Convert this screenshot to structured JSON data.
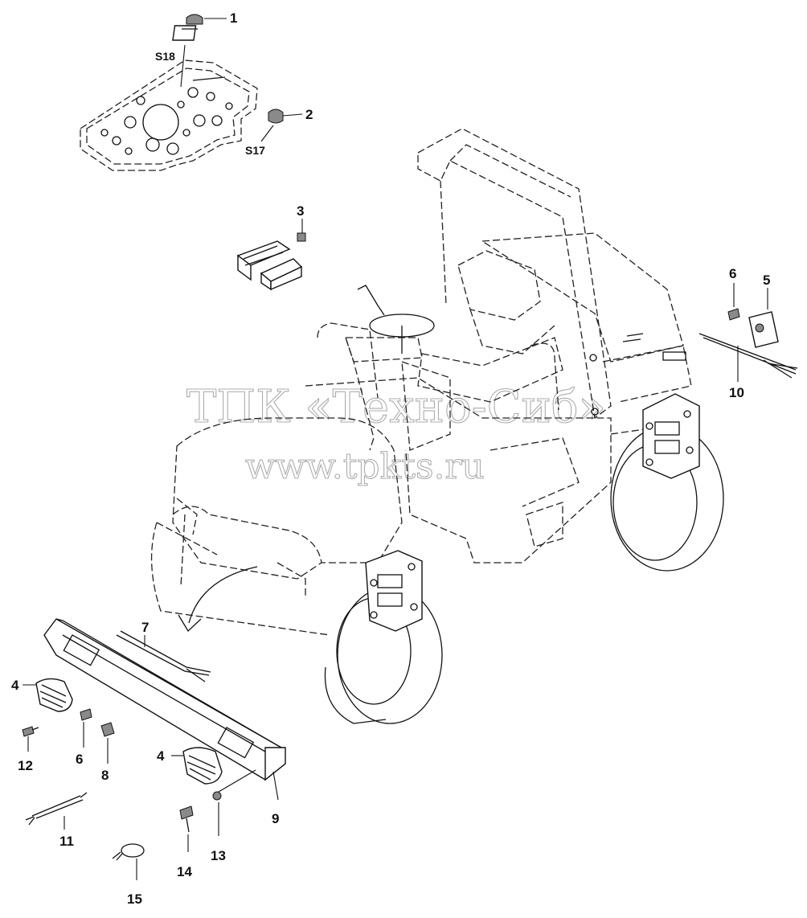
{
  "watermark": {
    "line1": "ТПК «Техно-Сиб»",
    "line2": "www.tpkts.ru"
  },
  "callouts": [
    {
      "id": "c1",
      "label": "1"
    },
    {
      "id": "c2",
      "label": "2"
    },
    {
      "id": "c3",
      "label": "3"
    },
    {
      "id": "c4a",
      "label": "4"
    },
    {
      "id": "c4b",
      "label": "4"
    },
    {
      "id": "c5",
      "label": "5"
    },
    {
      "id": "c6a",
      "label": "6"
    },
    {
      "id": "c6b",
      "label": "6"
    },
    {
      "id": "c7",
      "label": "7"
    },
    {
      "id": "c8",
      "label": "8"
    },
    {
      "id": "c9",
      "label": "9"
    },
    {
      "id": "c10",
      "label": "10"
    },
    {
      "id": "c11",
      "label": "11"
    },
    {
      "id": "c12",
      "label": "12"
    },
    {
      "id": "c13",
      "label": "13"
    },
    {
      "id": "c14",
      "label": "14"
    },
    {
      "id": "c15",
      "label": "15"
    }
  ],
  "switch_labels": {
    "s18": "S18",
    "s17": "S17"
  }
}
